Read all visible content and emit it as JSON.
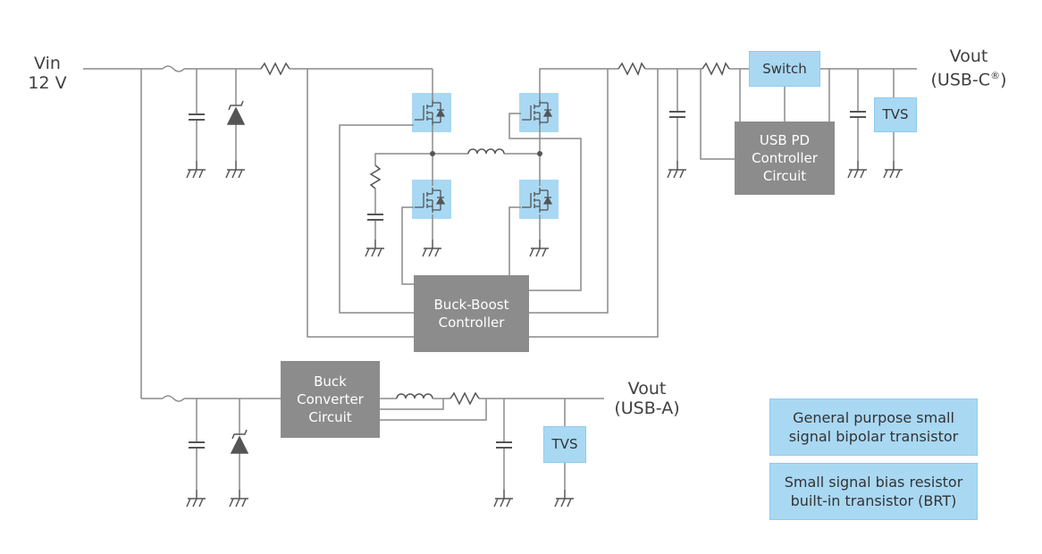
{
  "inputs": {
    "vin_label": "Vin",
    "vin_value": "12 V"
  },
  "outputs": {
    "usbc": {
      "label": "Vout",
      "sub_prefix": "(USB-C",
      "sub_mark": "®",
      "sub_suffix": ")"
    },
    "usba": {
      "label": "Vout",
      "sub": "(USB-A)"
    }
  },
  "blocks": {
    "switch": "Switch",
    "tvs_c": "TVS",
    "tvs_a": "TVS",
    "usb_pd": [
      "USB PD",
      "Controller",
      "Circuit"
    ],
    "buck_boost": [
      "Buck-Boost",
      "Controller"
    ],
    "buck_converter": [
      "Buck",
      "Converter",
      "Circuit"
    ]
  },
  "legend": {
    "general_purpose": [
      "General purpose small",
      "signal bipolar transistor"
    ],
    "bias_resistor": [
      "Small signal bias resistor",
      "built-in transistor (BRT)"
    ]
  },
  "colors": {
    "wire": "#8a8a8a",
    "gray_block": "#8c8c8c",
    "blue_highlight": "#a9d8f3",
    "symbol": "#555555"
  },
  "icons": {
    "transistor": "mosfet-icon",
    "ground": "ground-icon",
    "capacitor": "capacitor-icon",
    "resistor": "resistor-icon",
    "inductor": "inductor-icon",
    "fuse": "fuse-icon",
    "zener": "zener-diode-icon"
  }
}
